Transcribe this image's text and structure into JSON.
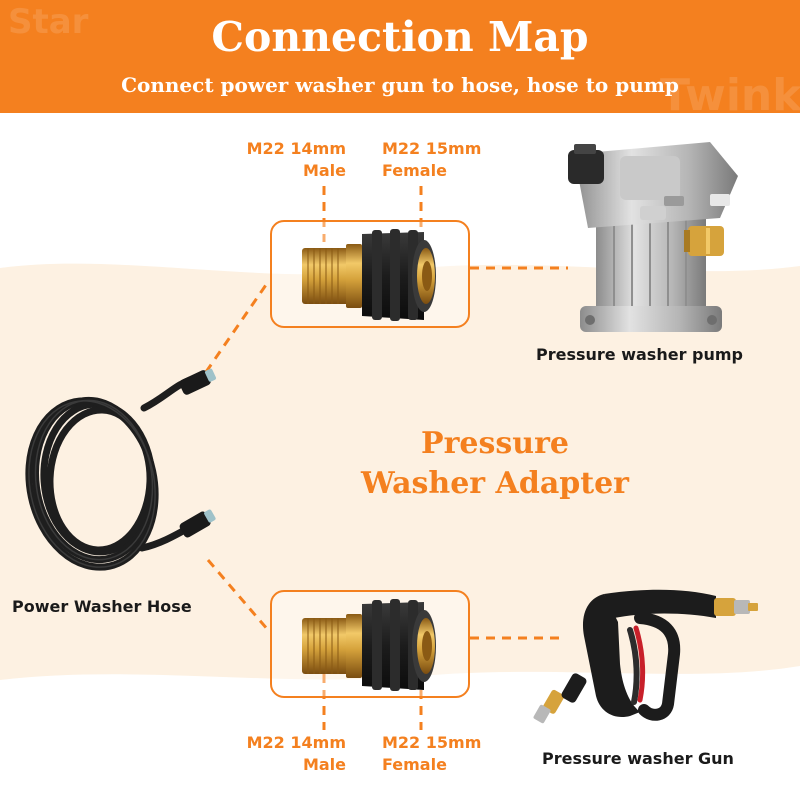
{
  "header": {
    "title": "Connection Map",
    "subtitle": "Connect power washer gun to hose, hose to pump",
    "watermark": [
      "Star",
      "Twinkle"
    ]
  },
  "center": {
    "title_line1": "Pressure",
    "title_line2": "Washer Adapter"
  },
  "top_adapter": {
    "male_size": "M22 14mm",
    "male_label": "Male",
    "female_size": "M22 15mm",
    "female_label": "Female"
  },
  "bottom_adapter": {
    "male_size": "M22 14mm",
    "male_label": "Male",
    "female_size": "M22 15mm",
    "female_label": "Female"
  },
  "components": {
    "pump": "Pressure washer pump",
    "hose": "Power Washer Hose",
    "gun": "Pressure washer Gun"
  },
  "colors": {
    "accent": "#f4801f",
    "band": "#fdf1e2",
    "brass": "#d6a33c",
    "black": "#1c1c1c",
    "text": "#1a1a1a"
  }
}
